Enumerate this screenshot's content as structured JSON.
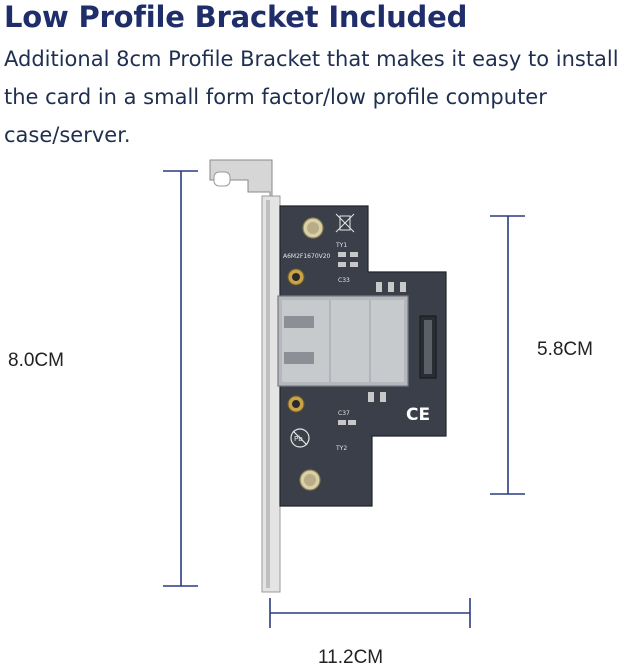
{
  "header": {
    "title": "Low Profile Bracket Included",
    "description_lines": [
      "Additional 8cm Profile Bracket that makes it easy to install",
      "the card in a small form factor/low profile computer",
      "case/server."
    ]
  },
  "dimensions": {
    "height_left": "8.0CM",
    "height_right": "5.8CM",
    "width_bottom": "11.2CM"
  },
  "board_markings": {
    "model": "A6M2F1670V20",
    "ty1": "TY1",
    "ty2": "TY2",
    "c33": "C33",
    "c37": "C37",
    "ce_mark": "CE",
    "pb_mark": "Pb"
  },
  "colors": {
    "accent": "#1f2e6b",
    "dimension_line": "#2b3a80",
    "pcb": "#3a3f4a",
    "bracket": "#d8d8d8",
    "rj45": "#b5b8bc"
  }
}
